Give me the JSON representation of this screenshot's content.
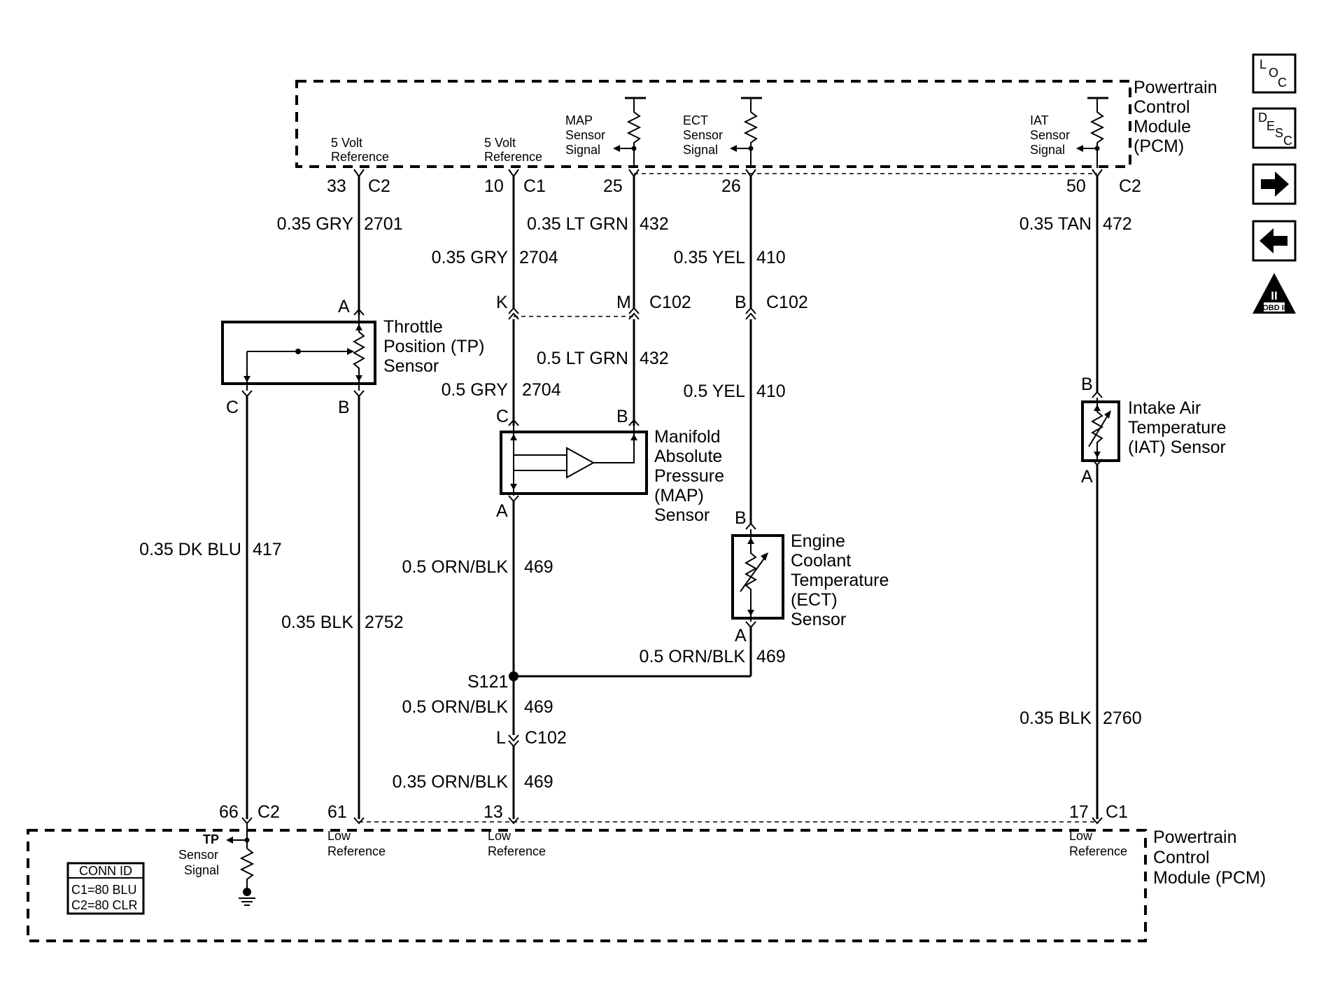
{
  "pcm_top": {
    "title": [
      "Powertrain",
      "Control",
      "Module",
      "(PCM)"
    ],
    "refs": [
      {
        "label": [
          "5 Volt",
          "Reference"
        ],
        "pin": "33",
        "conn": "C2"
      },
      {
        "label": [
          "5 Volt",
          "Reference"
        ],
        "pin": "10",
        "conn": "C1"
      }
    ],
    "signals": [
      {
        "label": [
          "MAP",
          "Sensor",
          "Signal"
        ],
        "pin": "25"
      },
      {
        "label": [
          "ECT",
          "Sensor",
          "Signal"
        ],
        "pin": "26"
      },
      {
        "label": [
          "IAT",
          "Sensor",
          "Signal"
        ],
        "pin": "50",
        "conn": "C2"
      }
    ]
  },
  "pcm_bottom": {
    "title": [
      "Powertrain",
      "Control",
      "Module (PCM)"
    ],
    "tp_signal": [
      "TP",
      "Sensor",
      "Signal"
    ],
    "low_ref": [
      "Low",
      "Reference"
    ],
    "pins": [
      {
        "pin": "66",
        "conn": "C2"
      },
      {
        "pin": "61"
      },
      {
        "pin": "13"
      },
      {
        "pin": "17",
        "conn": "C1"
      }
    ],
    "conn_id": {
      "title": "CONN ID",
      "lines": [
        "C1=80 BLU",
        "C2=80 CLR"
      ]
    }
  },
  "wires": {
    "w2701": {
      "gauge": "0.35 GRY",
      "circuit": "2701"
    },
    "w2704a": {
      "gauge": "0.35 GRY",
      "circuit": "2704"
    },
    "w432a": {
      "gauge": "0.35 LT GRN",
      "circuit": "432"
    },
    "w410a": {
      "gauge": "0.35 YEL",
      "circuit": "410"
    },
    "w472": {
      "gauge": "0.35 TAN",
      "circuit": "472"
    },
    "w432b": {
      "gauge": "0.5 LT GRN",
      "circuit": "432"
    },
    "w2704b": {
      "gauge": "0.5 GRY",
      "circuit": "2704"
    },
    "w410b": {
      "gauge": "0.5 YEL",
      "circuit": "410"
    },
    "w417": {
      "gauge": "0.35 DK BLU",
      "circuit": "417"
    },
    "w2752": {
      "gauge": "0.35 BLK",
      "circuit": "2752"
    },
    "w469a": {
      "gauge": "0.5 ORN/BLK",
      "circuit": "469"
    },
    "w469b": {
      "gauge": "0.5 ORN/BLK",
      "circuit": "469"
    },
    "w469c": {
      "gauge": "0.5 ORN/BLK",
      "circuit": "469"
    },
    "w469d": {
      "gauge": "0.35 ORN/BLK",
      "circuit": "469"
    },
    "w2760": {
      "gauge": "0.35 BLK",
      "circuit": "2760"
    }
  },
  "terminals": {
    "tp_a": "A",
    "tp_b": "B",
    "tp_c": "C",
    "c102_k": "K",
    "c102_m": "M",
    "c102_b": "B",
    "c102_l": "L",
    "c102_name": "C102",
    "map_c": "C",
    "map_b": "B",
    "map_a": "A",
    "ect_b": "B",
    "ect_a": "A",
    "iat_b": "B",
    "iat_a": "A",
    "splice": "S121"
  },
  "components": {
    "tp": [
      "Throttle",
      "Position (TP)",
      "Sensor"
    ],
    "map": [
      "Manifold",
      "Absolute",
      "Pressure",
      "(MAP)",
      "Sensor"
    ],
    "ect": [
      "Engine",
      "Coolant",
      "Temperature",
      "(ECT)",
      "Sensor"
    ],
    "iat": [
      "Intake Air",
      "Temperature",
      "(IAT) Sensor"
    ]
  },
  "nav": {
    "loc": [
      "L",
      "O",
      "C"
    ],
    "desc": [
      "D",
      "E",
      "S",
      "C"
    ],
    "obd": {
      "mark": "II",
      "text": "OBD II"
    }
  }
}
